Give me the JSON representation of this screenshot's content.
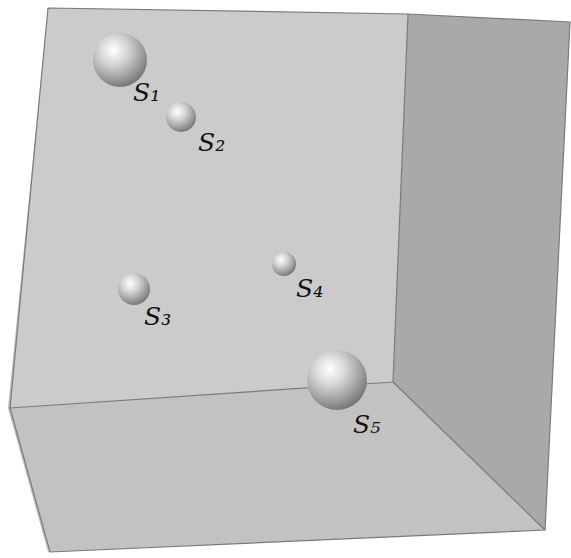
{
  "diagram": {
    "labels": [
      "S₁",
      "S₂",
      "S₃",
      "S₄",
      "S₅"
    ]
  }
}
